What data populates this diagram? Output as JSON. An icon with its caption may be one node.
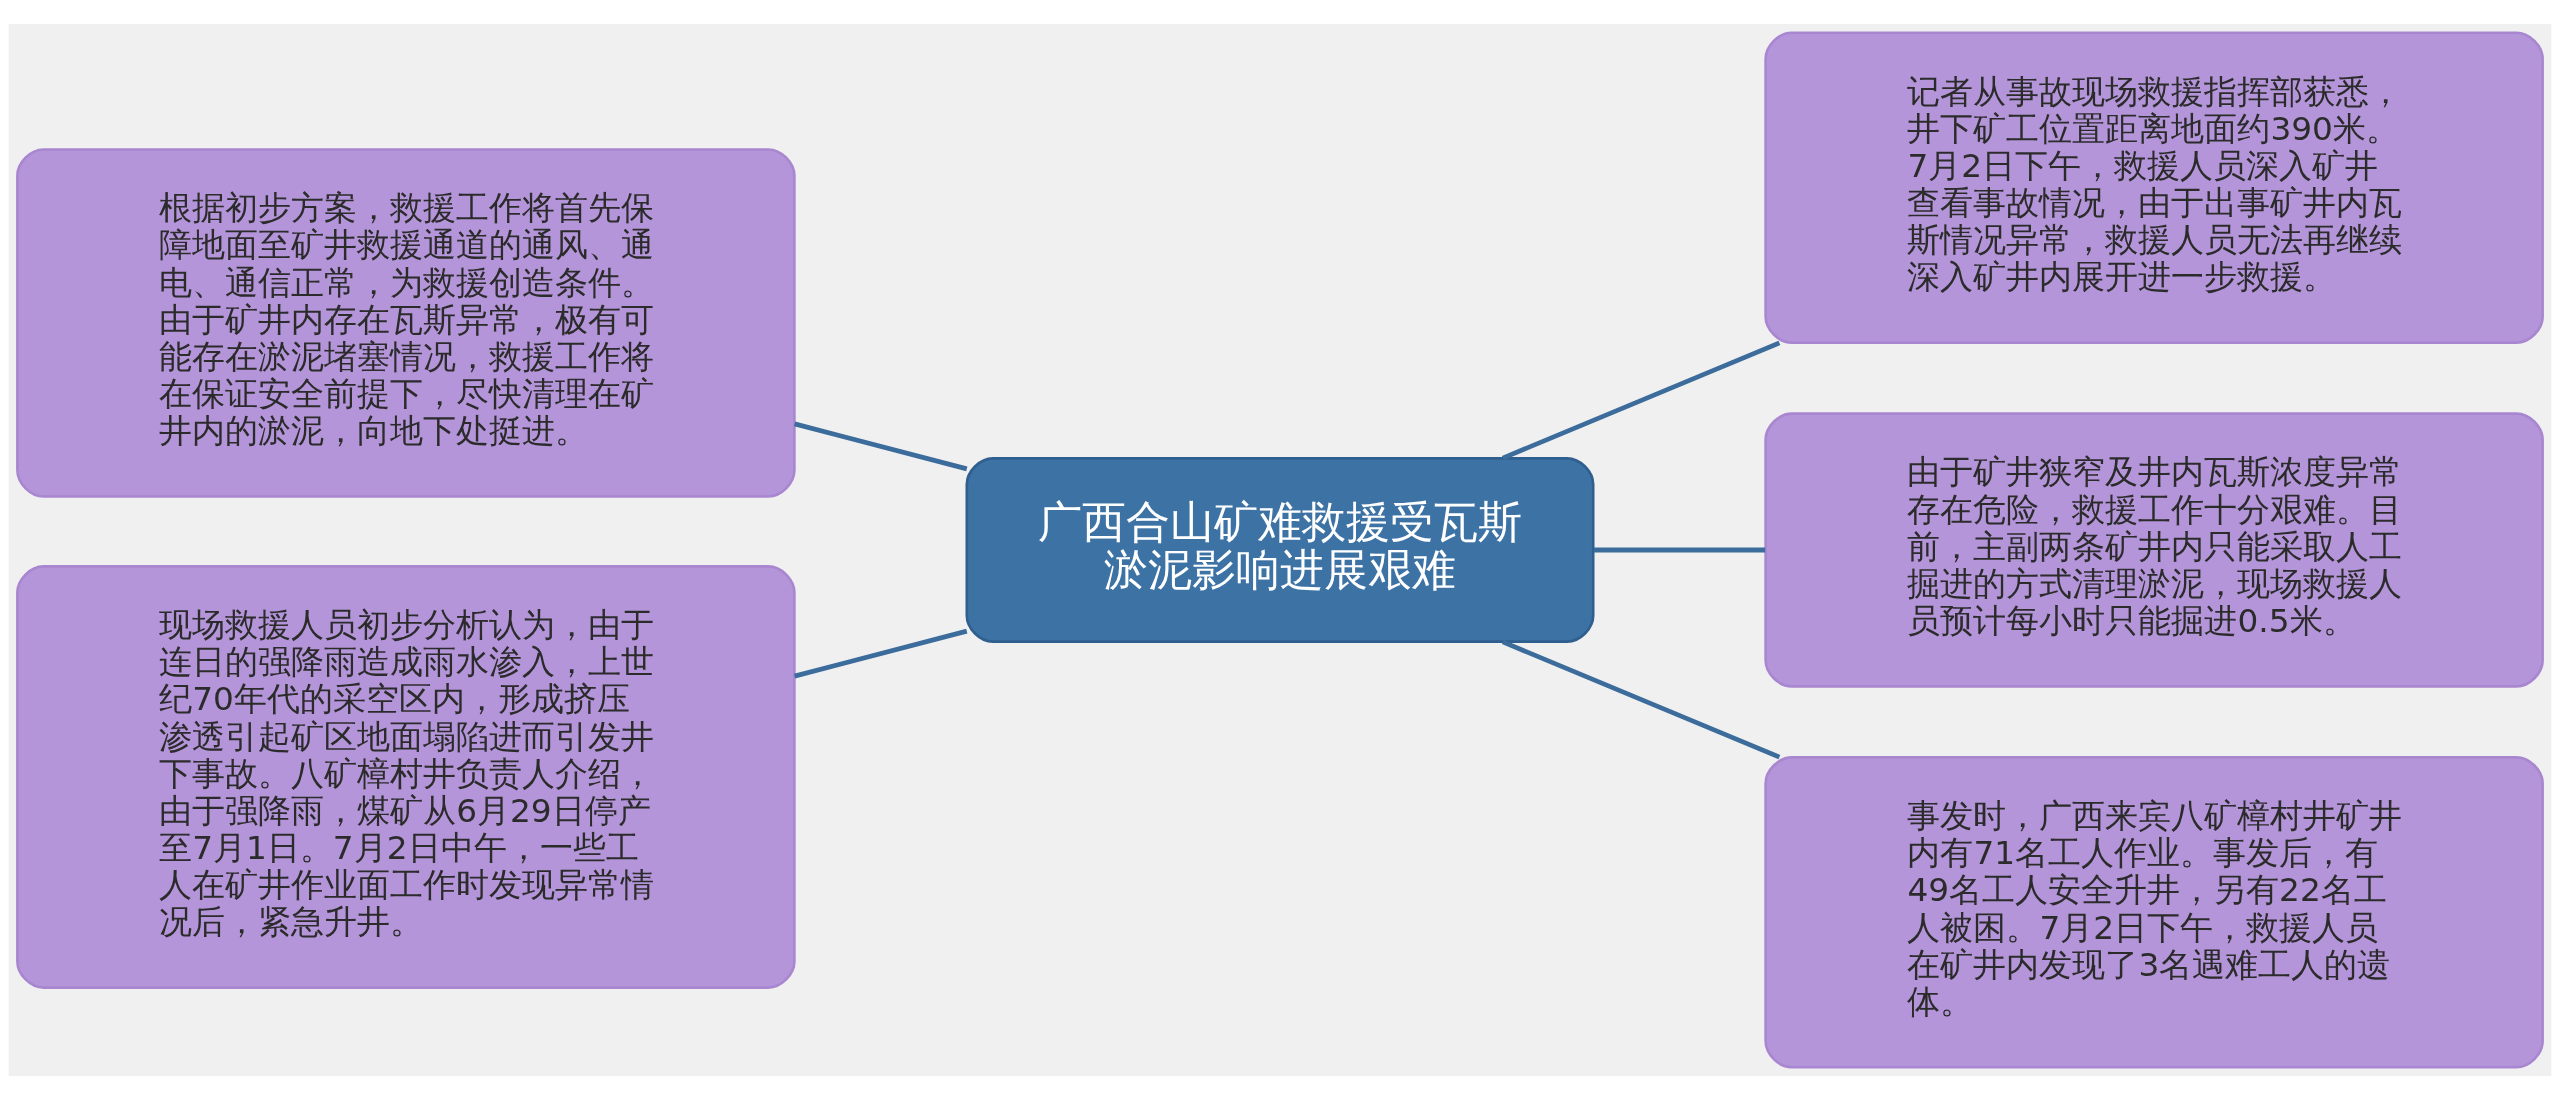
{
  "diagram": {
    "nodes": [
      {
        "text": [
          "广西合山矿难救援受瓦斯淤泥影响进展艰难"
        ]
      },
      {
        "text": [
          "根据初步方案，救援工作将首先保障地面至矿井救援通道的通风、通电、通信正常，为救援创造条件。由于矿井内存在瓦斯异常，极有可能存在淤泥堵塞情况，救援工作将在保证安全前提下，尽快清理在矿井内的淤泥，向地下处挺进。"
        ]
      },
      {
        "text": [
          "现场救援人员初步分析认为，由于连日的强降雨造成雨水渗入，上世纪70年代的采空区内，形成挤压渗透引起矿区地面塌陷进而引发井下事故。八矿樟村井负责人介绍，由于强降雨，煤矿从6月29日停产至7月1日。7月2日中午，一些工人在矿井作业面工作时发现异常情况后，紧急升井。"
        ]
      },
      {
        "text": [
          "记者从事故现场救援指挥部获悉，井下矿工位置距离地面约390米。7月2日下午，救援人员深入矿井查看事故情况，由于出事矿井内瓦斯情况异常，救援人员无法再继续深入矿井内展开进一步救援。"
        ]
      },
      {
        "text": [
          "由于矿井狭窄及井内瓦斯浓度异常存在危险，救援工作十分艰难。目前，主副两条矿井内只能采取人工掘进的方式清理淤泥，现场救援人员预计每小时只能掘进0.5米。"
        ]
      },
      {
        "text": [
          "事发时，广西来宾八矿樟村井矿井内有71名工人作业。事发后，有49名工人安全升井，另有22名工人被困。7月2日下午，救援人员在矿井内发现了3名遇难工人的遗体。"
        ]
      }
    ],
    "edges": [
      {
        "from": 1,
        "to": 0,
        "arrow": "none"
      },
      {
        "from": 2,
        "to": 0,
        "arrow": "none"
      },
      {
        "from": 0,
        "to": 3,
        "arrow": "none"
      },
      {
        "from": 0,
        "to": 4,
        "arrow": "none"
      },
      {
        "from": 0,
        "to": 5,
        "arrow": "none"
      }
    ]
  }
}
